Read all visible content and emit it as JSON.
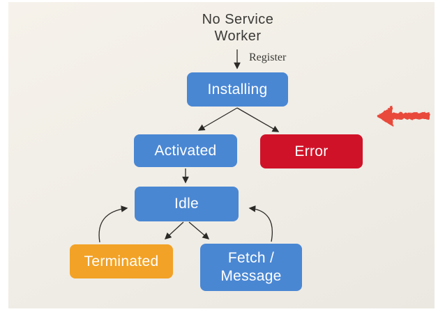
{
  "slide": {
    "title_line1": "No Service",
    "title_line2": "Worker",
    "register_label": "Register"
  },
  "diagram": {
    "type": "flowchart",
    "nodes": {
      "installing": {
        "label": "Installing",
        "color": "blue"
      },
      "activated": {
        "label": "Activated",
        "color": "blue"
      },
      "error": {
        "label": "Error",
        "color": "red"
      },
      "idle": {
        "label": "Idle",
        "color": "blue"
      },
      "terminated": {
        "label": "Terminated",
        "color": "orange"
      },
      "fetch_message": {
        "label_line1": "Fetch /",
        "label_line2": "Message",
        "color": "blue"
      }
    },
    "edges": [
      {
        "from": "no-service-worker",
        "to": "installing",
        "label": "Register"
      },
      {
        "from": "installing",
        "to": "activated"
      },
      {
        "from": "installing",
        "to": "error"
      },
      {
        "from": "activated",
        "to": "idle"
      },
      {
        "from": "idle",
        "to": "terminated"
      },
      {
        "from": "idle",
        "to": "fetch_message"
      },
      {
        "from": "terminated",
        "to": "idle"
      },
      {
        "from": "fetch_message",
        "to": "idle"
      }
    ],
    "annotation": {
      "type": "hand-drawn-arrow",
      "direction": "left",
      "points_at": "error"
    }
  },
  "colors": {
    "node-blue": "#4a87d3",
    "node-red": "#d01228",
    "node-orange": "#f2a226",
    "annotation-red": "#e8493b",
    "slide-bg": "#f1eee7",
    "page-bg": "#ffffff",
    "text-dark": "#3b3a36",
    "connector": "#2c2a27",
    "node-text": "#ffffff"
  }
}
